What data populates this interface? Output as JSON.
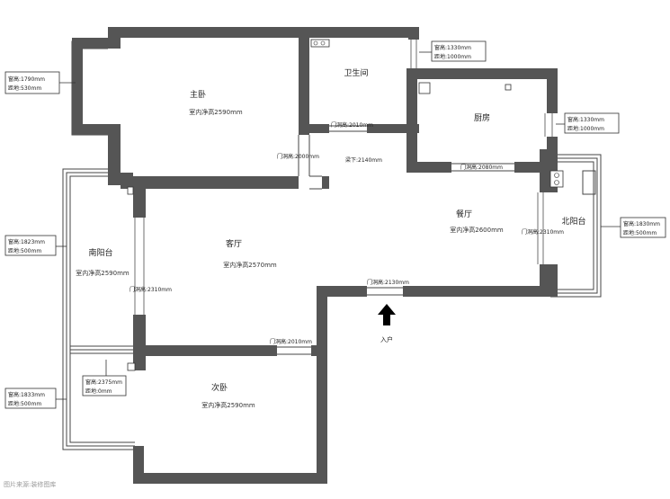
{
  "rooms": {
    "master_bedroom": {
      "name": "主卧",
      "height": "室内净高2590mm"
    },
    "bathroom": {
      "name": "卫生间"
    },
    "kitchen": {
      "name": "厨房"
    },
    "dining": {
      "name": "餐厅",
      "height": "室内净高2600mm"
    },
    "living": {
      "name": "客厅",
      "height": "室内净高2570mm"
    },
    "south_balcony": {
      "name": "南阳台",
      "height": "室内净高2590mm"
    },
    "north_balcony": {
      "name": "北阳台"
    },
    "second_bedroom": {
      "name": "次卧",
      "height": "室内净高2590mm"
    }
  },
  "doors": {
    "bathroom_door": "门洞高:2010mm",
    "master_door": "门洞高:2000mm",
    "beam": "梁下:2140mm",
    "kitchen_door": "门洞高:2080mm",
    "balcony_north_door": "门洞高:2310mm",
    "balcony_south_door": "门洞高:2310mm",
    "entrance_door": "门洞高:2130mm",
    "second_door": "门洞高:2010mm"
  },
  "entrance": {
    "label": "入户"
  },
  "windows": {
    "master": {
      "height": "窗高:1790mm",
      "sill": "距地:530mm"
    },
    "bathroom": {
      "height": "窗高:1330mm",
      "sill": "距地:1000mm"
    },
    "kitchen": {
      "height": "窗高:1330mm",
      "sill": "距地:1000mm"
    },
    "north_balcony": {
      "height": "窗高:1830mm",
      "sill": "距地:500mm"
    },
    "south_balcony_top": {
      "height": "窗高:1823mm",
      "sill": "距地:500mm"
    },
    "south_balcony_bottom": {
      "height": "窗高:1833mm",
      "sill": "距地:500mm"
    },
    "second": {
      "height": "窗高:2375mm",
      "sill": "距地:0mm"
    }
  },
  "watermark": "图片来源:装修图库"
}
